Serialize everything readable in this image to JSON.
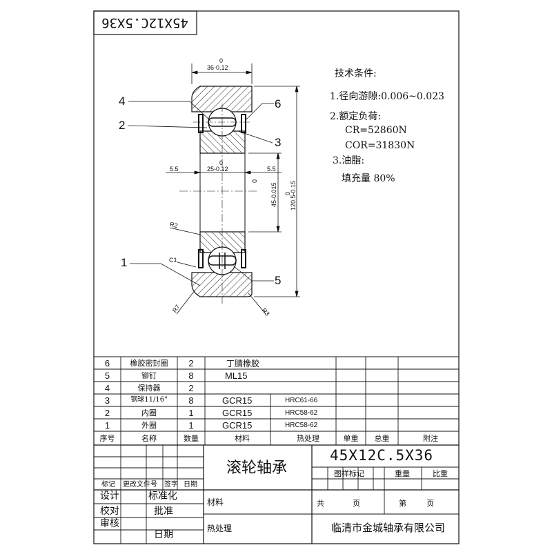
{
  "corner_code": "45X12C.5X36",
  "tech": {
    "title": "技术条件:",
    "items": [
      "1.径向游隙:0.006~0.023",
      "2.额定负荷:",
      "CR=52860N",
      "COR=31830N",
      "3.油脂:",
      "填充量 80%"
    ]
  },
  "callouts": [
    "1",
    "2",
    "3",
    "4",
    "5",
    "6"
  ],
  "dims": {
    "width_top": "36-0.12",
    "width_top_upper": "0",
    "inner_width": "25-0.12",
    "inner_width_upper": "0",
    "left_55": "5.5",
    "right_55": "5.5",
    "bore": "45-0.015",
    "bore_upper": "0",
    "od": "120.5-0.15",
    "od_upper": "0",
    "r2": "R2",
    "r3": "R3",
    "r7": "R7",
    "c1": "C1"
  },
  "parts_table": {
    "rows": [
      {
        "no": "6",
        "name": "橡胶密封圈",
        "qty": "2",
        "material": "丁腈橡胶",
        "heat": ""
      },
      {
        "no": "5",
        "name": "铆钉",
        "qty": "8",
        "material": "ML15",
        "heat": ""
      },
      {
        "no": "4",
        "name": "保持器",
        "qty": "2",
        "material": "",
        "heat": ""
      },
      {
        "no": "3",
        "name": "钢球11/16\"",
        "qty": "8",
        "material": "GCR15",
        "heat": "HRC61-66"
      },
      {
        "no": "2",
        "name": "内圈",
        "qty": "1",
        "material": "GCR15",
        "heat": "HRC58-62"
      },
      {
        "no": "1",
        "name": "外圈",
        "qty": "1",
        "material": "GCR15",
        "heat": "HRC58-62"
      }
    ],
    "headers": {
      "no": "序号",
      "name": "名称",
      "qty": "数量",
      "material": "材料",
      "heat": "热处理",
      "unit": "单重",
      "total": "总重",
      "note": "附注"
    }
  },
  "title_block": {
    "part_name": "滚轮轴承",
    "drawing_no": "45X12C.5X36",
    "marking": "图样标记",
    "weight": "重量",
    "scale": "比重",
    "mark": "标记",
    "change_doc": "更改文件号",
    "signature": "签字",
    "date": "日期",
    "design": "设计",
    "standard": "标准化",
    "proofread": "校对",
    "approve": "批准",
    "review": "审核",
    "date2": "日期",
    "material": "材料",
    "heat": "热处理",
    "total": "共",
    "page": "页",
    "sheet_no": "第",
    "page2": "页",
    "company": "临清市金城轴承有限公司"
  }
}
